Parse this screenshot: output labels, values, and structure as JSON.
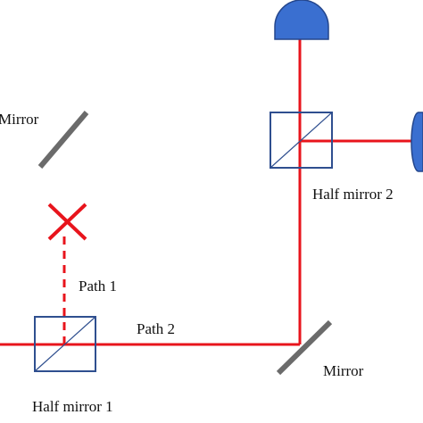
{
  "labels": {
    "mirror_top": "Mirror",
    "half_mirror_2": "Half mirror 2",
    "path_1": "Path 1",
    "path_2": "Path 2",
    "mirror_bottom": "Mirror",
    "half_mirror_1": "Half mirror 1"
  },
  "colors": {
    "beam": "#e8141c",
    "detector": "#3a6fd0",
    "detector_stroke": "#24468c",
    "mirror": "#6b6b6b",
    "splitter": "#2f4f8f"
  },
  "icons": {
    "blocked_path": "x-mark-icon",
    "detector": "detector-dome-icon"
  }
}
